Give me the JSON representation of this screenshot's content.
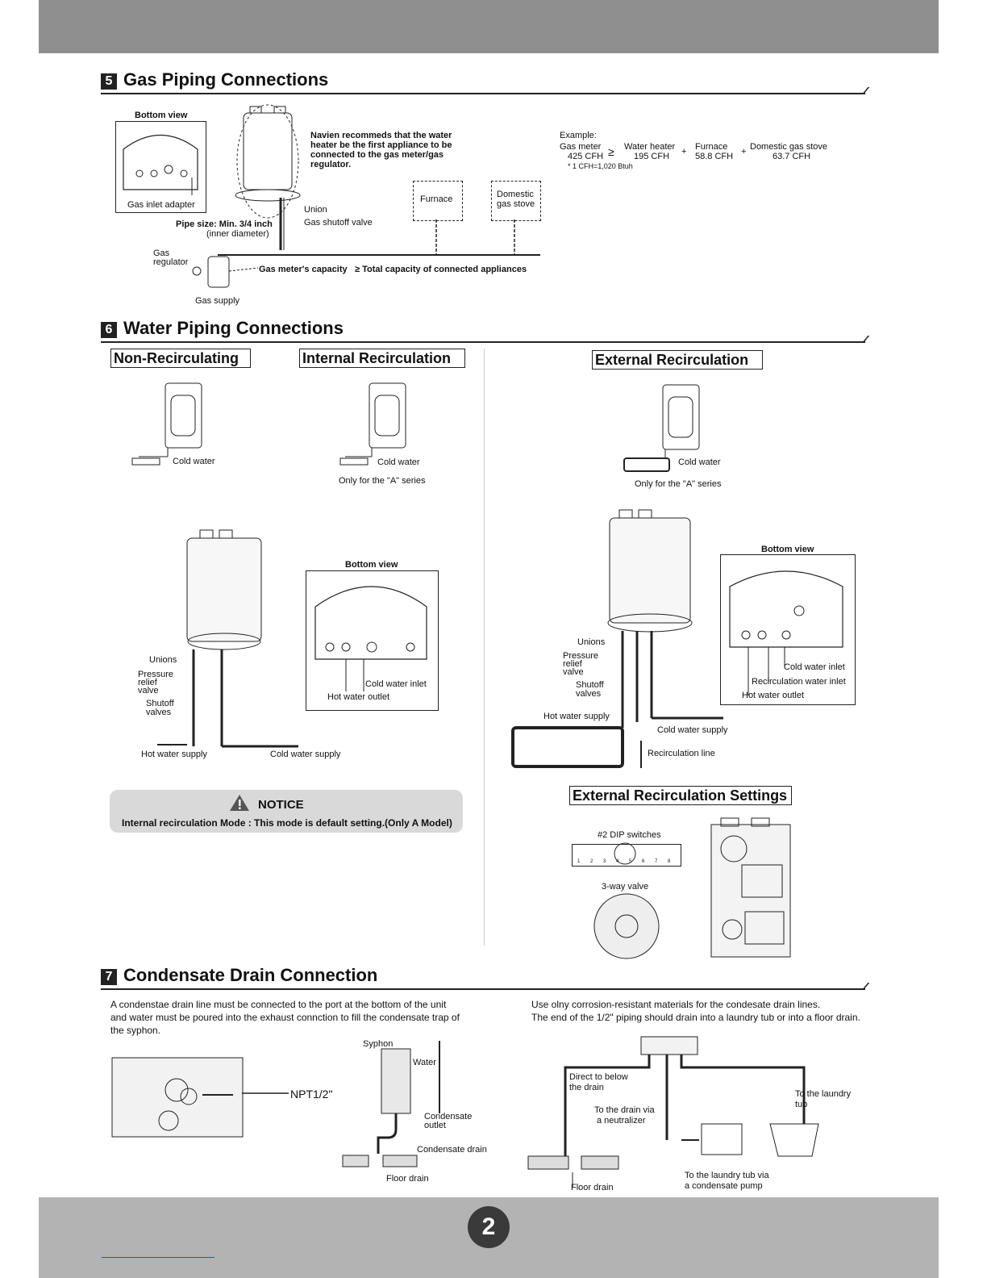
{
  "page_number": "2",
  "section5": {
    "num": "5",
    "title": "Gas Piping Connections",
    "bottom_view": "Bottom view",
    "gas_inlet_adapter": "Gas inlet adapter",
    "recommend": [
      "Navien recommeds that the water",
      "heater be the first appliance to be",
      "connected to the gas meter/gas",
      "regulator."
    ],
    "union": "Union",
    "shutoff": "Gas shutoff valve",
    "pipe_size": "Pipe size: Min. 3/4 inch",
    "inner_diameter": "(inner diameter)",
    "furnace": "Furnace",
    "domestic_stove": [
      "Domestic",
      "gas stove"
    ],
    "gas_regulator": [
      "Gas",
      "regulator"
    ],
    "capacity_left": "Gas meter's capacity",
    "capacity_right": "≥ Total capacity of connected appliances",
    "gas_supply": "Gas supply",
    "example": {
      "label": "Example:",
      "gas_meter": "Gas meter",
      "gas_meter_val": "425 CFH",
      "ge": "≥",
      "water_heater": "Water heater",
      "water_heater_val": "195 CFH",
      "plus": "+",
      "furnace": "Furnace",
      "furnace_val": "58.8 CFH",
      "stove": "Domestic gas stove",
      "stove_val": "63.7 CFH",
      "note": "* 1 CFH=1,020 Btuh"
    }
  },
  "section6": {
    "num": "6",
    "title": "Water Piping Connections",
    "non_recirc": "Non-Recirculating",
    "internal_recirc": "Internal Recirculation",
    "external_recirc": "External Recirculation",
    "cold_water": "Cold water",
    "only_a_series": "Only for the \"A\" series",
    "bottom_view": "Bottom view",
    "unions": "Unions",
    "pressure_relief": [
      "Pressure",
      "relief",
      "valve"
    ],
    "shutoff_valves": [
      "Shutoff",
      "valves"
    ],
    "hot_water_supply": "Hot water supply",
    "cold_water_supply": "Cold water supply",
    "cold_water_inlet": "Cold water inlet",
    "hot_water_outlet": "Hot water outlet",
    "recirc_water_inlet": "Recirculation water inlet",
    "recirc_line": "Recirculation line",
    "notice_title": "NOTICE",
    "notice_text": "Internal recirculation Mode : This mode is default setting.(Only A Model)",
    "ext_settings": "External Recirculation Settings",
    "dip_switches": "#2 DIP switches",
    "three_way": "3-way valve",
    "dip_numbers": [
      "1",
      "2",
      "3",
      "4",
      "5",
      "6",
      "7",
      "8"
    ]
  },
  "section7": {
    "num": "7",
    "title": "Condensate Drain Connection",
    "para_left": [
      "A condenstae drain line must be connected to the port at the bottom of the unit",
      "and water must be poured into the exhaust connction to fill the condensate trap of",
      "the syphon."
    ],
    "para_right": [
      "Use olny corrosion-resistant materials for the condesate drain lines.",
      "The end of the 1/2\" piping should drain into a laundry tub or into a floor drain."
    ],
    "npt": "NPT1/2\"",
    "syphon": "Syphon",
    "water": "Water",
    "condensate_outlet": [
      "Condensate",
      "outlet"
    ],
    "condensate_drain": "Condensate drain",
    "floor_drain": "Floor drain",
    "direct_below": [
      "Direct to below",
      "the drain"
    ],
    "via_neutralizer": [
      "To the drain via",
      "a neutralizer"
    ],
    "laundry_tub": [
      "To the laundry",
      "tub"
    ],
    "via_pump": [
      "To the laundry tub via",
      "a condensate pump"
    ]
  }
}
